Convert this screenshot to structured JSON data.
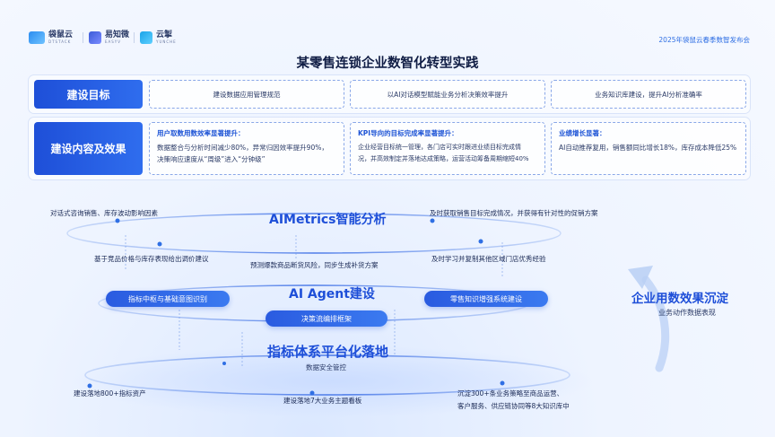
{
  "header": {
    "logos": [
      {
        "cn": "袋鼠云",
        "en": "DTSTACK",
        "color": "#2b8cf0"
      },
      {
        "cn": "易知微",
        "en": "EASYV",
        "color": "#3b5bd8"
      },
      {
        "cn": "云掣",
        "en": "YUNCHE",
        "color": "#1aa3e8"
      }
    ],
    "event": "2025年袋鼠云春季数智发布会"
  },
  "title": "某零售连锁企业数智化转型实践",
  "goals": {
    "label": "建设目标",
    "items": [
      "建设数据应用管理规范",
      "以AI对话模型赋能业务分析决策效率提升",
      "业务知识库建设，提升AI分析准确率"
    ]
  },
  "effects": {
    "label": "建设内容及效果",
    "items": [
      {
        "heading": "用户取数用数效率显著提升：",
        "lines": [
          "数据整合与分析时间减少80%，异常归因效率提升90%，",
          "决策响应速度从“周级”进入“分钟级”"
        ]
      },
      {
        "heading": "KPI导向的目标完成率显著提升：",
        "lines": [
          "企业经营目标统一管理，各门店可实时跟进业绩目标完成情",
          "况，并高效制定并落地达成策略，运营活动筹备周期缩短40%"
        ]
      },
      {
        "heading": "业绩增长显著：",
        "lines": [
          "AI自动推荐复用，销售额同比增长18%，库存成本降低25%"
        ]
      }
    ]
  },
  "layers": {
    "top": {
      "title": "AIMetrics智能分析",
      "annotations": [
        "对话式咨询销售、库存波动影响因素",
        "及时获取销售目标完成情况，并获得有针对性的促销方案",
        "基于竞品价格与库存表现给出调价建议",
        "预测爆款商品断货风险，同步生成补货方案",
        "及时学习并复制其他区域门店优秀经验"
      ]
    },
    "middle": {
      "title": "AI Agent建设",
      "pills": [
        "指标中枢与基础意图识别",
        "零售知识增强系统建设",
        "决策流编排框架"
      ]
    },
    "bottom": {
      "title": "指标体系平台化落地",
      "subtitle": "数据安全管控",
      "annotations": [
        "建设落地800+指标资产",
        "建设落地7大业务主题看板",
        "沉淀300+条业务策略至商品运营、",
        "客户服务、供应链协同等8大知识库中"
      ]
    }
  },
  "side": {
    "title": "企业用数效果沉淀",
    "subtitle": "业务动作数据表现"
  }
}
